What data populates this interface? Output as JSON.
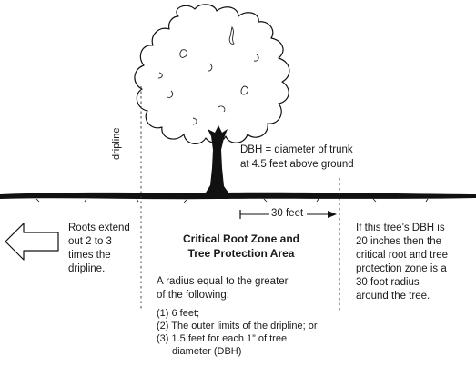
{
  "dripline_label": "dripline",
  "dbh_caption": {
    "line1": "DBH = diameter of trunk",
    "line2": "at 4.5 feet above ground"
  },
  "radius_label": "30 feet",
  "roots_note": {
    "line1": "Roots extend",
    "line2": "out 2 to 3",
    "line3": "times the",
    "line4": "dripline."
  },
  "zone_title": {
    "line1": "Critical Root Zone and",
    "line2": "Tree Protection Area"
  },
  "radius_intro": {
    "line1": "A radius equal to the greater",
    "line2": "of the following:"
  },
  "criteria": {
    "item1": "(1) 6 feet;",
    "item2": "(2) The outer limits of the dripline; or",
    "item3_line1": "(3) 1.5 feet for each 1” of tree",
    "item3_line2": "diameter (DBH)"
  },
  "example_note": {
    "line1": "If this tree’s DBH is",
    "line2": "20 inches then the",
    "line3": "critical root and tree",
    "line4": "protection zone is a",
    "line5": "30 foot radius",
    "line6": "around the tree."
  }
}
